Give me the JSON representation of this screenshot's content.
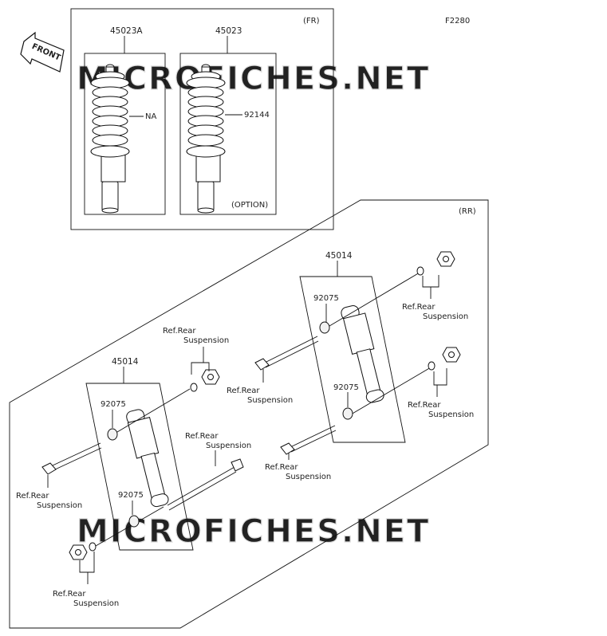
{
  "diagram_id": "F2280",
  "front_label": "FRONT",
  "watermark": "MICROFICHES.NET",
  "front_section": {
    "tag": "(FR)",
    "part_a": "45023A",
    "part_b": "45023",
    "spring_a_note": "NA",
    "spring_b_part": "92144",
    "option_note": "(OPTION)"
  },
  "rear_section": {
    "tag": "(RR)",
    "upper_unit": {
      "shock_part": "45014",
      "bushing_top": "92075",
      "bushing_bottom": "92075"
    },
    "lower_unit": {
      "shock_part": "45014",
      "bushing_top": "92075",
      "bushing_bottom": "92075"
    },
    "ref_line1": "Ref.Rear",
    "ref_line2": "Suspension"
  }
}
